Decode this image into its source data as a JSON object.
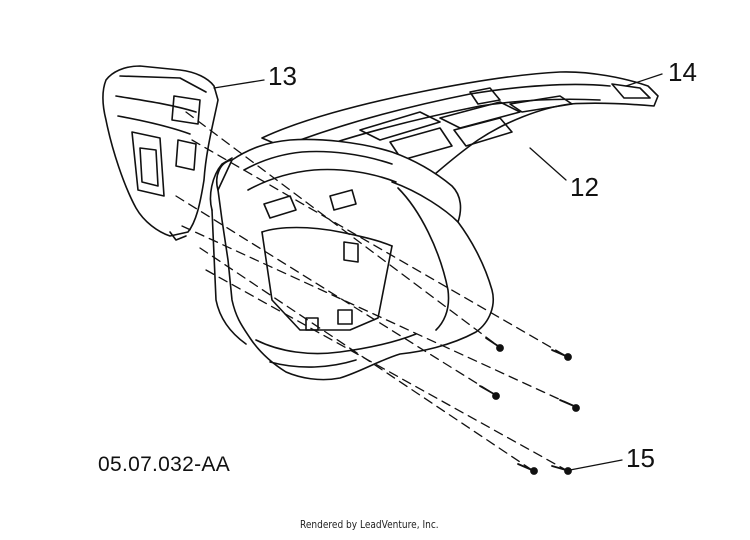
{
  "callouts": {
    "c13": "13",
    "c14": "14",
    "c12": "12",
    "c15": "15"
  },
  "diagram_code": "05.07.032-AA",
  "credit": "Rendered by LeadVenture, Inc.",
  "colors": {
    "line": "#111111",
    "background": "#ffffff"
  }
}
